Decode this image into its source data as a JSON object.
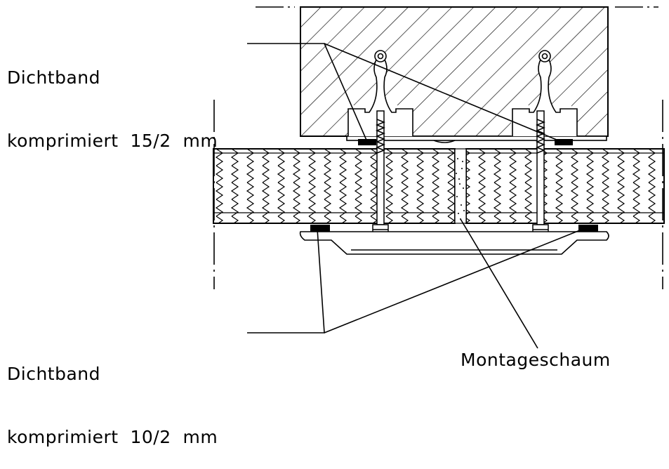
{
  "labels": {
    "top_left": {
      "line1": "Dichtband",
      "line2": "komprimiert  15/2  mm"
    },
    "bottom_left": {
      "line1": "Dichtband",
      "line2": "komprimiert  10/2  mm"
    },
    "bottom_right": "Montageschaum"
  }
}
